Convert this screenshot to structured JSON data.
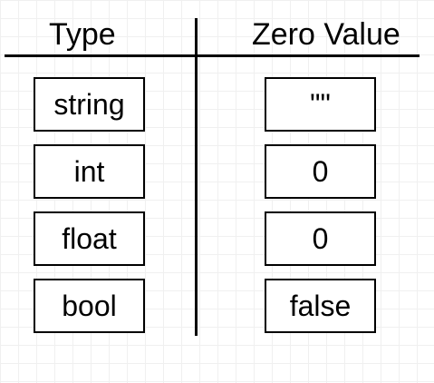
{
  "headers": {
    "type": "Type",
    "zero_value": "Zero Value"
  },
  "rows": [
    {
      "type": "string",
      "zero_value": "\"\""
    },
    {
      "type": "int",
      "zero_value": "0"
    },
    {
      "type": "float",
      "zero_value": "0"
    },
    {
      "type": "bool",
      "zero_value": "false"
    }
  ],
  "colors": {
    "ink": "#000000",
    "grid": "#f0f0f0",
    "background": "#ffffff"
  }
}
